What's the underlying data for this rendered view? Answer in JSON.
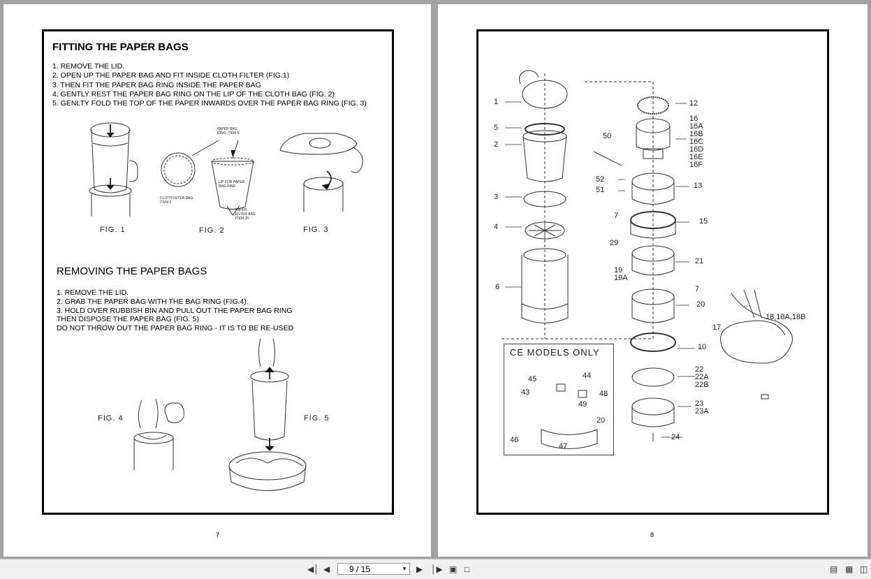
{
  "left_page": {
    "title": "FITTING THE PAPER BAGS",
    "steps": [
      "1.  REMOVE THE LID.",
      "2.  OPEN UP THE PAPER BAG AND FIT INSIDE CLOTH FILTER (FIG.1)",
      "3.  THEN FIT THE PAPER BAG RING INSIDE THE PAPER BAG",
      "4.  GENTLY REST THE PAPER BAG RING ON THE LIP OF THE CLOTH BAG (FIG. 2)",
      "5.  GENLTY FOLD THE TOP OF THE PAPER INWARDS OVER THE PAPER BAG RING (FIG. 3)"
    ],
    "fig_labels": {
      "fig1": "FIG. 1",
      "fig2": "FIG. 2",
      "fig3": "FIG. 3",
      "fig4": "FIG. 4",
      "fig5": "FIG. 5"
    },
    "fig2_callouts": {
      "paper_bag_ring": "PAPER BAG\nRING, ITEM 5",
      "lip": "LIP FOR PAPER\nBAG RING",
      "cloth_filter": "CLOTH FILTER BAG\nITEM 2",
      "paper_filter": "PAPER\nFILTER BAG\nITEM 39"
    },
    "title2": "REMOVING THE PAPER BAGS",
    "steps2": [
      "1.  REMOVE THE LID.",
      "2.  GRAB THE PAPER BAG WITH THE BAG RING (FIG.4).",
      "3.  HOLD OVER RUBBISH BIN AND PULL OUT THE PAPER BAG RING"
    ],
    "extra_line1": "THEN DISPOSE THE PAPER BAG (FIG. 5)",
    "extra_line2": "DO NOT THROW OUT THE PAPER BAG RING - IT IS TO BE RE-USED",
    "page_number": "7"
  },
  "right_page": {
    "ce_title": "CE MODELS ONLY",
    "part_numbers": {
      "p1": "1",
      "p5": "5",
      "p2": "2",
      "p3": "3",
      "p4": "4",
      "p6": "6",
      "p50": "50",
      "p52": "52",
      "p51": "51",
      "p7a": "7",
      "p29": "29",
      "p19": "19\n19A",
      "p12": "12",
      "p16": "16\n16A\n16B\n16C\n16D\n16E\n16F",
      "p13": "13",
      "p15": "15",
      "p21": "21",
      "p7b": "7",
      "p20": "20",
      "p17": "17",
      "p10": "10",
      "p22": "22\n22A\n22B",
      "p23": "23\n23A",
      "p24": "24",
      "p18": "18,18A,18B",
      "p44": "44",
      "p45": "45",
      "p43": "43",
      "p48": "48",
      "p49": "49",
      "p20b": "20",
      "p46": "46",
      "p47": "47"
    },
    "page_number": "8"
  },
  "toolbar": {
    "page_indicator": "9 / 15",
    "first_icon": "first-page-icon",
    "prev_icon": "prev-page-icon",
    "next_icon": "next-page-icon",
    "last_icon": "last-page-icon"
  }
}
